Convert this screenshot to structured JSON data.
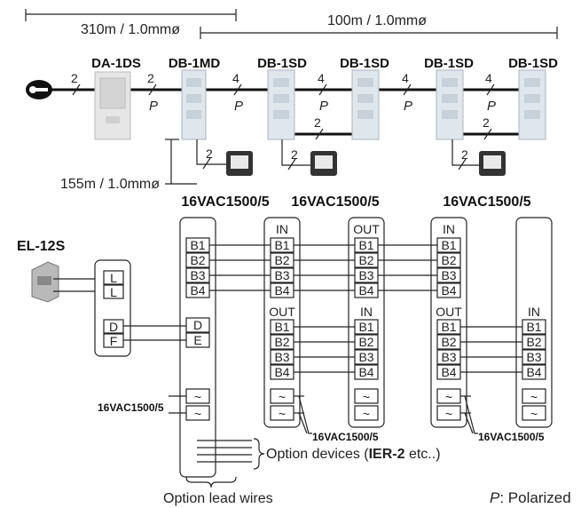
{
  "distances": {
    "left_span": "310m / 1.0mmø",
    "right_span": "100m / 1.0mmø",
    "monitor_span": "155m / 1.0mmø"
  },
  "top_devices": {
    "da": "DA-1DS",
    "db_md": "DB-1MD",
    "db_sd_1": "DB-1SD",
    "db_sd_2": "DB-1SD",
    "db_sd_3": "DB-1SD",
    "db_sd_4": "DB-1SD"
  },
  "wire_labels": {
    "two": "2",
    "four": "4",
    "polarized": "P"
  },
  "power_labels": {
    "col1": "16VAC1500/5",
    "col2": "16VAC1500/5",
    "col4": "16VAC1500/5",
    "left": "16VAC1500/5",
    "callout_mid": "16VAC1500/5",
    "callout_right": "16VAC1500/5"
  },
  "lock": {
    "label": "EL-12S"
  },
  "terminals": {
    "lock": [
      "L",
      "L",
      "D",
      "F"
    ],
    "md": [
      "B1",
      "B2",
      "B3",
      "B4",
      "D",
      "E"
    ],
    "bus": [
      "B1",
      "B2",
      "B3",
      "B4"
    ],
    "in": "IN",
    "out": "OUT",
    "ac": "~"
  },
  "notes": {
    "option_devices_pre": "Option devices (",
    "option_devices_bold": "IER-2",
    "option_devices_post": " etc..)",
    "option_leads": "Option lead wires",
    "polarized_key": "P",
    "polarized_text": ": Polarized"
  },
  "colors": {
    "line": "#222222",
    "device": "#dfe6ec"
  }
}
